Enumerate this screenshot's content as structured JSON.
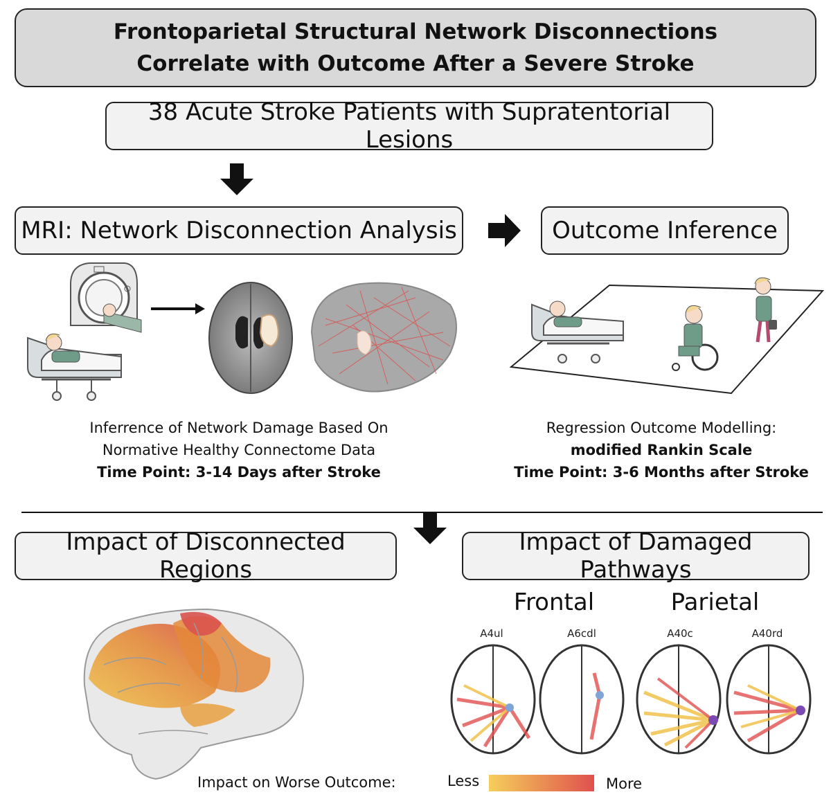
{
  "title": {
    "line1": "Frontoparietal Structural Network Disconnections",
    "line2": "Correlate with Outcome After a Severe Stroke"
  },
  "cohort": "38 Acute Stroke Patients with Supratentorial Lesions",
  "mri_heading": "MRI: Network Disconnection Analysis",
  "outcome_heading": "Outcome Inference",
  "mri_caption": {
    "line1": "Inferrence of Network Damage Based On",
    "line2": "Normative Healthy Connectome Data",
    "line3": "Time Point: 3-14 Days after Stroke"
  },
  "outcome_caption": {
    "line1": "Regression Outcome Modelling:",
    "line2": "modified Rankin Scale",
    "line3": "Time Point: 3-6 Months after Stroke"
  },
  "regions_heading": "Impact of Disconnected Regions",
  "pathways_heading": "Impact of Damaged Pathways",
  "pathway_groups": {
    "frontal": "Frontal",
    "parietal": "Parietal"
  },
  "brain_labels": [
    "A4ul",
    "A6cdl",
    "A40c",
    "A40rd"
  ],
  "legend": {
    "label": "Impact on Worse Outcome:",
    "low": "Less",
    "high": "More"
  },
  "colors": {
    "title_fill": "#d9d9d9",
    "box_fill": "#f2f2f2",
    "gradient_low": "#f5cf5a",
    "gradient_high": "#e0504e"
  },
  "icons": [
    "arrow-down-icon",
    "arrow-right-icon",
    "mri-scanner-icon",
    "patient-bed-icon",
    "brain-axial-icon",
    "connectome-icon",
    "wheelchair-icon",
    "walking-person-icon"
  ]
}
